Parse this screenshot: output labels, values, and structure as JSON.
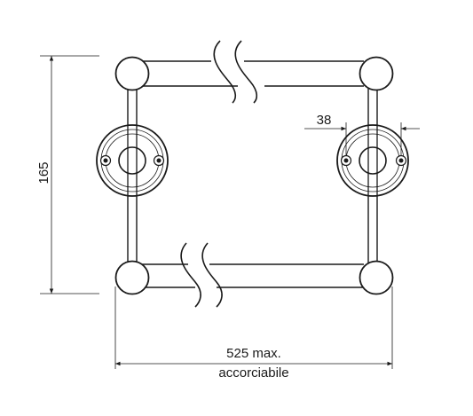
{
  "dimensions": {
    "height_label": "165",
    "spacing_label": "38",
    "width_label_line1": "525 max.",
    "width_label_line2": "accorciabile"
  },
  "colors": {
    "line": "#1a1a1a",
    "fill": "#ffffff"
  }
}
